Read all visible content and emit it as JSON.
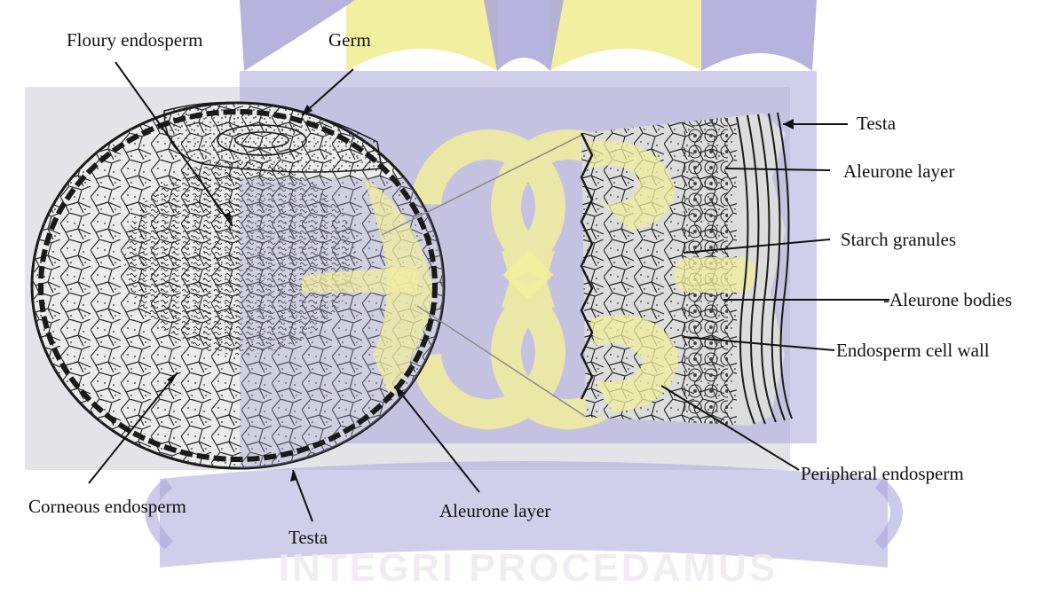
{
  "colors": {
    "watermark_purple": "#a9a6d8",
    "watermark_yellow": "#f2ee9c",
    "watermark_text": "#f0eaf0",
    "ink": "#1a1a1a",
    "paper": "#e2e2e2"
  },
  "watermark": {
    "motto": "INTEGRI PROCEDAMUS"
  },
  "labels": {
    "floury_endosperm": "Floury endosperm",
    "germ": "Germ",
    "corneous_endosperm": "Corneous endosperm",
    "testa_left": "Testa",
    "aleurone_layer_left": "Aleurone layer",
    "testa_right": "Testa",
    "aleurone_layer_right": "Aleurone layer",
    "starch_granules": "Starch granules",
    "aleurone_bodies": "-Aleurone bodies",
    "endosperm_cell_wall": "Endosperm cell wall",
    "peripheral_endosperm": "Peripheral endosperm"
  }
}
